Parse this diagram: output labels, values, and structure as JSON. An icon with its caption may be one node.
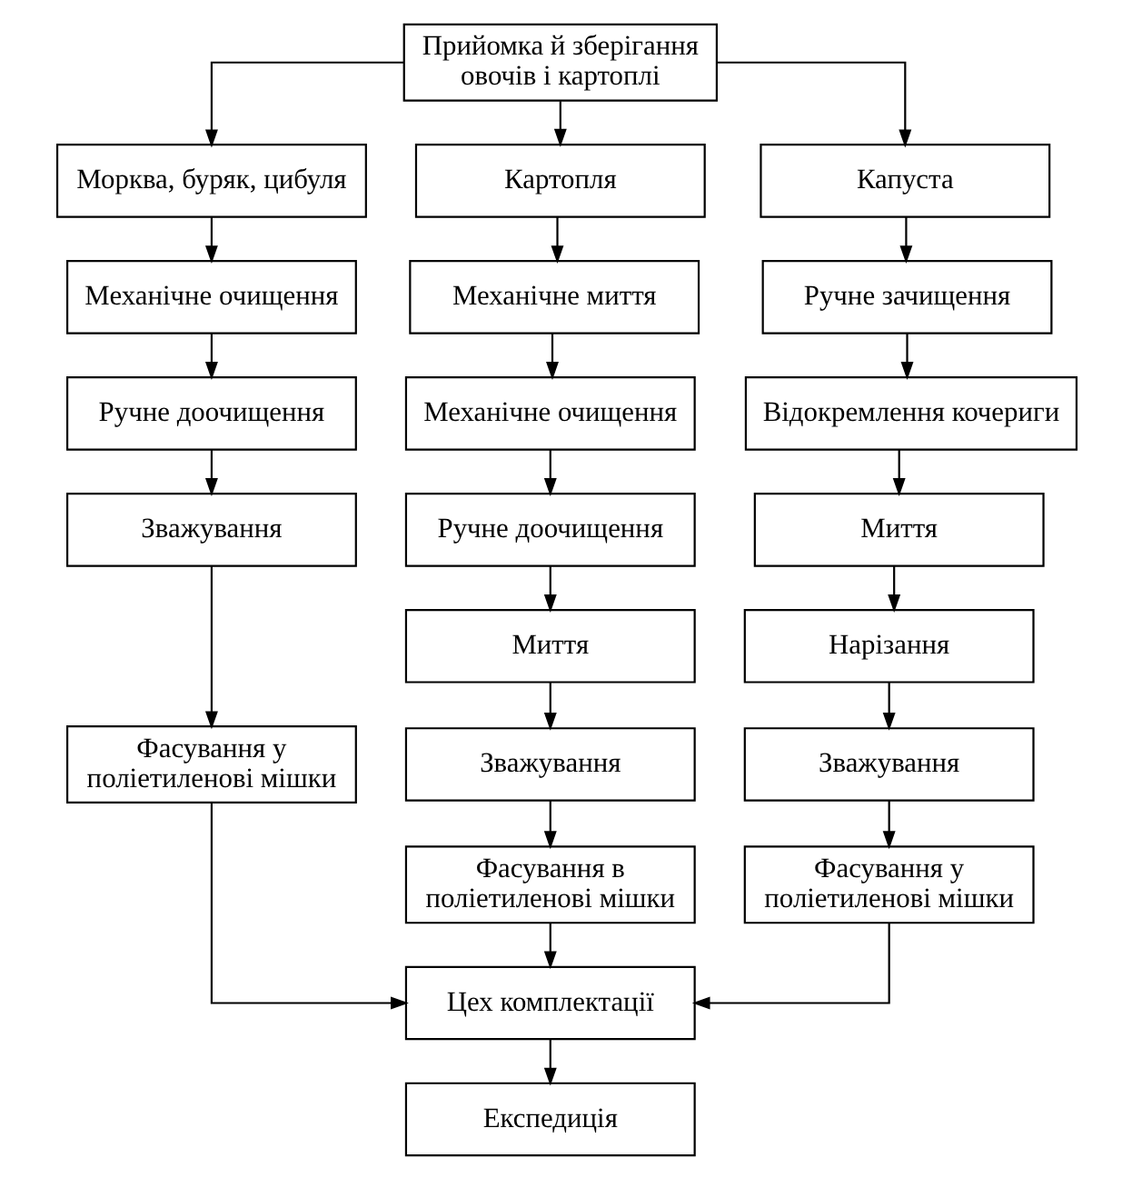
{
  "diagram": {
    "nodes": [
      {
        "text": [
          "Прийомка й зберігання овочів і картоплі"
        ]
      },
      {
        "text": [
          "Морква, буряк, цибуля"
        ]
      },
      {
        "text": [
          "Механічне очищення"
        ]
      },
      {
        "text": [
          "Ручне доочищення"
        ]
      },
      {
        "text": [
          "Зважування"
        ]
      },
      {
        "text": [
          "Фасування у поліетиленові мішки"
        ]
      },
      {
        "text": [
          "Картопля"
        ]
      },
      {
        "text": [
          "Механічне миття"
        ]
      },
      {
        "text": [
          "Механічне очищення"
        ]
      },
      {
        "text": [
          "Ручне доочищення"
        ]
      },
      {
        "text": [
          "Миття"
        ]
      },
      {
        "text": [
          "Зважування"
        ]
      },
      {
        "text": [
          "Фасування в поліетиленові мішки"
        ]
      },
      {
        "text": [
          "Капуста"
        ]
      },
      {
        "text": [
          "Ручне зачищення"
        ]
      },
      {
        "text": [
          "Відокремлення кочериги"
        ]
      },
      {
        "text": [
          "Миття"
        ]
      },
      {
        "text": [
          "Нарізання"
        ]
      },
      {
        "text": [
          "Зважування"
        ]
      },
      {
        "text": [
          "Фасування у поліетиленові мішки"
        ]
      },
      {
        "text": [
          "Цех комплектації"
        ]
      },
      {
        "text": [
          "Експедиція"
        ]
      }
    ],
    "edges": [
      {
        "from": 0,
        "to": 1,
        "arrow": "to"
      },
      {
        "from": 0,
        "to": 6,
        "arrow": "to"
      },
      {
        "from": 0,
        "to": 13,
        "arrow": "to"
      },
      {
        "from": 1,
        "to": 2,
        "arrow": "to"
      },
      {
        "from": 2,
        "to": 3,
        "arrow": "to"
      },
      {
        "from": 3,
        "to": 4,
        "arrow": "to"
      },
      {
        "from": 4,
        "to": 5,
        "arrow": "to"
      },
      {
        "from": 6,
        "to": 7,
        "arrow": "to"
      },
      {
        "from": 7,
        "to": 8,
        "arrow": "to"
      },
      {
        "from": 8,
        "to": 9,
        "arrow": "to"
      },
      {
        "from": 9,
        "to": 10,
        "arrow": "to"
      },
      {
        "from": 10,
        "to": 11,
        "arrow": "to"
      },
      {
        "from": 11,
        "to": 12,
        "arrow": "to"
      },
      {
        "from": 13,
        "to": 14,
        "arrow": "to"
      },
      {
        "from": 14,
        "to": 15,
        "arrow": "to"
      },
      {
        "from": 15,
        "to": 16,
        "arrow": "to"
      },
      {
        "from": 16,
        "to": 17,
        "arrow": "to"
      },
      {
        "from": 17,
        "to": 18,
        "arrow": "to"
      },
      {
        "from": 18,
        "to": 19,
        "arrow": "to"
      },
      {
        "from": 5,
        "to": 20,
        "arrow": "to"
      },
      {
        "from": 12,
        "to": 20,
        "arrow": "to"
      },
      {
        "from": 19,
        "to": 20,
        "arrow": "to"
      },
      {
        "from": 20,
        "to": 21,
        "arrow": "to"
      }
    ]
  }
}
